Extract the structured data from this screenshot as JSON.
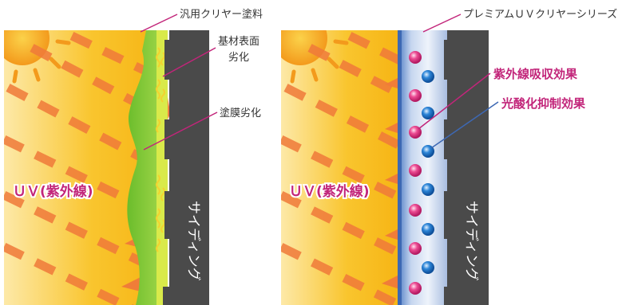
{
  "left_panel": {
    "coating_label": "汎用クリヤー塗料",
    "substrate_label_line1": "基材表面",
    "substrate_label_line2": "劣化",
    "film_label": "塗膜劣化",
    "uv_label": "ＵＶ(紫外線)",
    "siding_label": "サイディング"
  },
  "right_panel": {
    "coating_label": "プレミアムＵＶクリヤーシリーズ",
    "effect_uv_absorb": "紫外線吸収効果",
    "effect_photo_oxidation": "光酸化抑制効果",
    "uv_label": "ＵＶ(紫外線)",
    "siding_label": "サイディング"
  },
  "colors": {
    "sun": "#f5a51e",
    "uv_arrow": "#f07a3a",
    "generic_coating": "#7cc43a",
    "premium_coating": "#b9cbe6",
    "siding": "#4a4a4a",
    "label_magenta": "#c2257a",
    "uv_absorber_particle": "#e0307a",
    "photo_stabilizer_particle": "#1f6fc4"
  }
}
